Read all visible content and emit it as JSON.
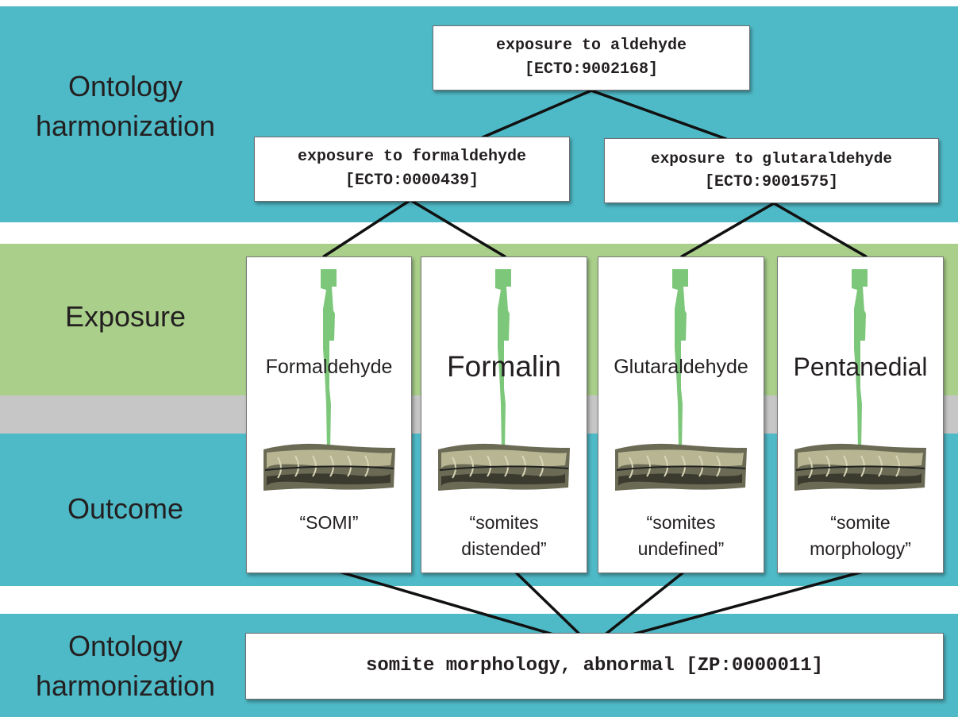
{
  "bands": {
    "ontology_top_label": "Ontology\nharmonization",
    "exposure_label": "Exposure",
    "outcome_label": "Outcome",
    "ontology_bottom_label": "Ontology\nharmonization"
  },
  "terms": {
    "root": {
      "name": "exposure to aldehyde",
      "id": "[ECTO:9002168]"
    },
    "left": {
      "name": "exposure to formaldehyde",
      "id": "[ECTO:0000439]"
    },
    "right": {
      "name": "exposure to glutaraldehyde",
      "id": "[ECTO:9001575]"
    },
    "bottom": {
      "text": "somite morphology, abnormal [ZP:0000011]"
    }
  },
  "cards": [
    {
      "chemical": "Formaldehyde",
      "phenotype": "“SOMI”"
    },
    {
      "chemical": "Formalin",
      "phenotype": "“somites\ndistended”"
    },
    {
      "chemical": "Glutaraldehyde",
      "phenotype": "“somites\nundefined”"
    },
    {
      "chemical": "Pentanedial",
      "phenotype": "“somite\nmorphology”"
    }
  ],
  "colors": {
    "teal": "#4fbac7",
    "green": "#a9cf8a",
    "pipette": "#7dc77a"
  },
  "icons": {
    "exposure": "pipette-icon",
    "outcome": "embryo-image"
  }
}
